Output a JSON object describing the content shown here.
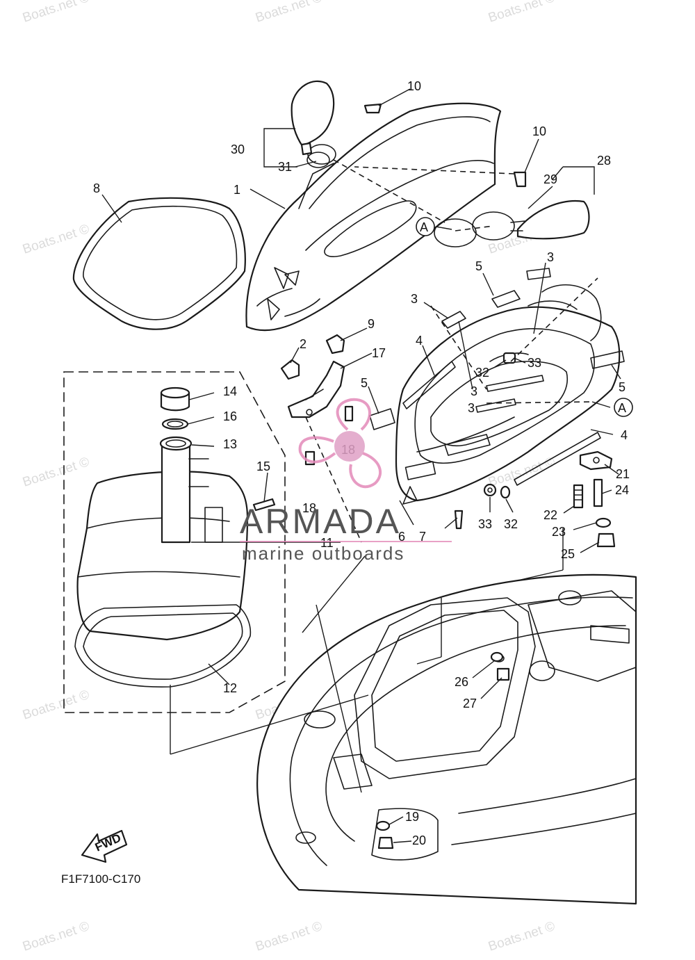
{
  "diagram": {
    "figure_code": "F1F7100-C170",
    "direction_label": "FWD",
    "watermark_text": "Boats.net ©",
    "highlight_color": "#e0a0c6",
    "callouts": {
      "c1": "1",
      "c2": "2",
      "c3a": "3",
      "c3b": "3",
      "c3c": "3",
      "c3d": "3",
      "c4a": "4",
      "c4b": "4",
      "c5a": "5",
      "c5b": "5",
      "c5c": "5",
      "c6": "6",
      "c7": "7",
      "c8": "8",
      "c9": "9",
      "c10a": "10",
      "c10b": "10",
      "c11": "11",
      "c12": "12",
      "c13": "13",
      "c14": "14",
      "c15": "15",
      "c16": "16",
      "c17": "17",
      "c18a": "18",
      "c18b": "18",
      "c19": "19",
      "c20": "20",
      "c21": "21",
      "c22": "22",
      "c23": "23",
      "c24": "24",
      "c25": "25",
      "c26": "26",
      "c27": "27",
      "c28": "28",
      "c29": "29",
      "c30": "30",
      "c31": "31",
      "c32a": "32",
      "c32b": "32",
      "c33a": "33",
      "c33b": "33",
      "refA1": "A",
      "refA2": "A"
    }
  },
  "brand": {
    "name": "ARMADA",
    "tagline": "marine outboards",
    "accent_color": "#e38ab9"
  }
}
